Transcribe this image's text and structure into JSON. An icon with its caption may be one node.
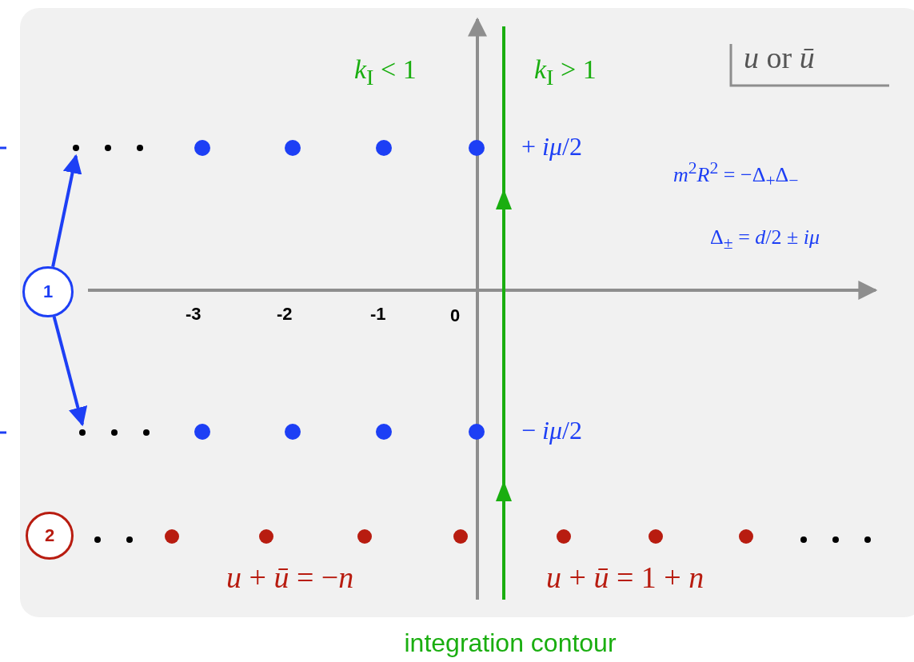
{
  "diagram": {
    "caption": "integration contour",
    "nodes": [
      {
        "text": [
          "1"
        ]
      },
      {
        "text": [],
        "shape": "dots"
      },
      {
        "text": [],
        "shape": "dots"
      },
      {
        "text": [
          "2"
        ]
      }
    ],
    "edges": [
      {
        "from": 0,
        "to": 1,
        "arrow": "to"
      },
      {
        "from": 0,
        "to": 2,
        "arrow": "to"
      }
    ],
    "labels": [
      "*k*$_{I}$ < 1",
      "*k*$_{I}$ > 1",
      "*u* or *ū*",
      "+ *iμ*/2",
      "*m*$^{2}$*R*$^{2}$ = −Δ$_{+}$Δ$_{−}$",
      "Δ$_{±}$ = *d*/2 ± *iμ*",
      "-3",
      "-2",
      "-1",
      "0",
      "− *iμ*/2",
      "*u* + *ū* = −*n*",
      "*u* + *ū* = 1 + *n*"
    ]
  }
}
